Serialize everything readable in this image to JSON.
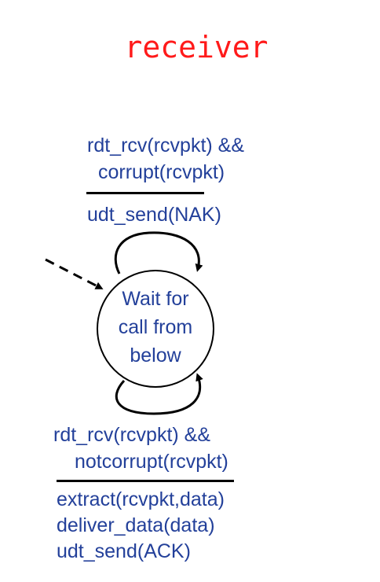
{
  "title": "receiver",
  "state": {
    "lines": [
      "Wait for",
      "call from",
      "below"
    ]
  },
  "top_transition": {
    "event_lines": [
      "rdt_rcv(rcvpkt) &&",
      "corrupt(rcvpkt)"
    ],
    "action_lines": [
      "udt_send(NAK)"
    ]
  },
  "bottom_transition": {
    "event_lines": [
      "rdt_rcv(rcvpkt) &&",
      "notcorrupt(rcvpkt)"
    ],
    "action_lines": [
      "extract(rcvpkt,data)",
      "deliver_data(data)",
      "udt_send(ACK)"
    ]
  },
  "colors": {
    "title": "#ff1a1a",
    "text": "#23409a",
    "lines": "#000000"
  }
}
